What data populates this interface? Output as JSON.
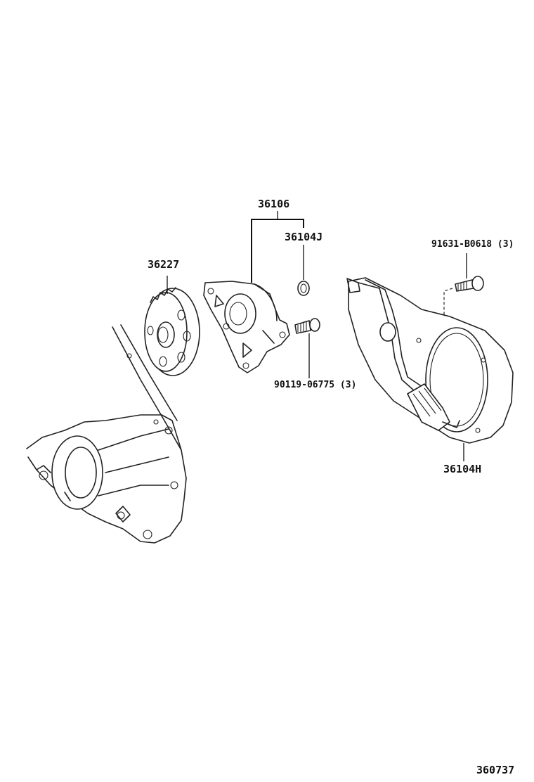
{
  "labels": {
    "assembly": "36106",
    "seal": "36104J",
    "gear": "36227",
    "bolt_flange": "91631-B0618 (3)",
    "bolt_pump": "90119-06775 (3)",
    "cover": "36104H",
    "figure_number": "360737"
  },
  "colors": {
    "line": "#222222",
    "background": "#ffffff"
  }
}
